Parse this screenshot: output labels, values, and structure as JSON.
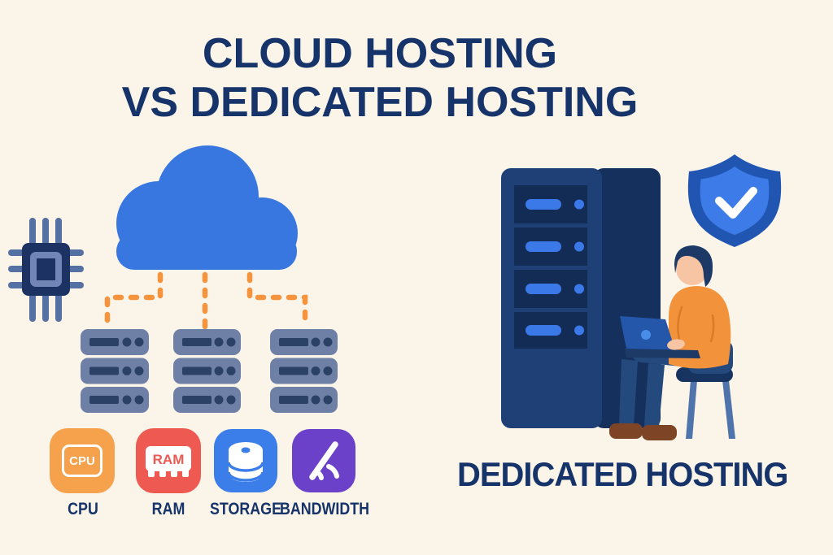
{
  "title": {
    "line1": "CLOUD HOSTING",
    "line2": "VS DEDICATED HOSTING"
  },
  "left_section": {
    "name": "cloud hosting illustration",
    "cloud_icon": "cloud",
    "chip_icon": "processor chip",
    "server_stacks": 3,
    "units_per_stack": 3,
    "resources": [
      {
        "label": "CPU",
        "icon": "cpu-chip-icon",
        "icon_text": "CPU",
        "color": "#F6A14B"
      },
      {
        "label": "RAM",
        "icon": "ram-module-icon",
        "icon_text": "RAM",
        "color": "#EE5A52"
      },
      {
        "label": "STORAGE",
        "icon": "database-icon",
        "color": "#3B7DE9"
      },
      {
        "label": "BANDWIDTH",
        "icon": "signal-slash-icon",
        "color": "#6A41C8"
      }
    ]
  },
  "right_section": {
    "label": "DEDICATED HOSTING",
    "tower_slots": 4,
    "shield_icon": "verified shield with checkmark",
    "person": "technician seated on chair with laptop"
  },
  "colors": {
    "background": "#FAF4E9",
    "heading_navy": "#17346A",
    "cloud_blue": "#3877E0",
    "connector_orange": "#F5943C",
    "server_slate": "#6F80A7",
    "server_detail_navy": "#2C4166",
    "tower_front": "#1E4076",
    "tower_side": "#16305E",
    "tower_panel": "#132C55",
    "tower_bar_blue": "#3B78E8",
    "shield_outer": "#2055B2",
    "shield_inner": "#3D7CE8",
    "shirt_orange": "#F2923B",
    "pants_navy": "#24497C",
    "skin": "#F8C5A4",
    "shoe_brown": "#7D4526"
  }
}
